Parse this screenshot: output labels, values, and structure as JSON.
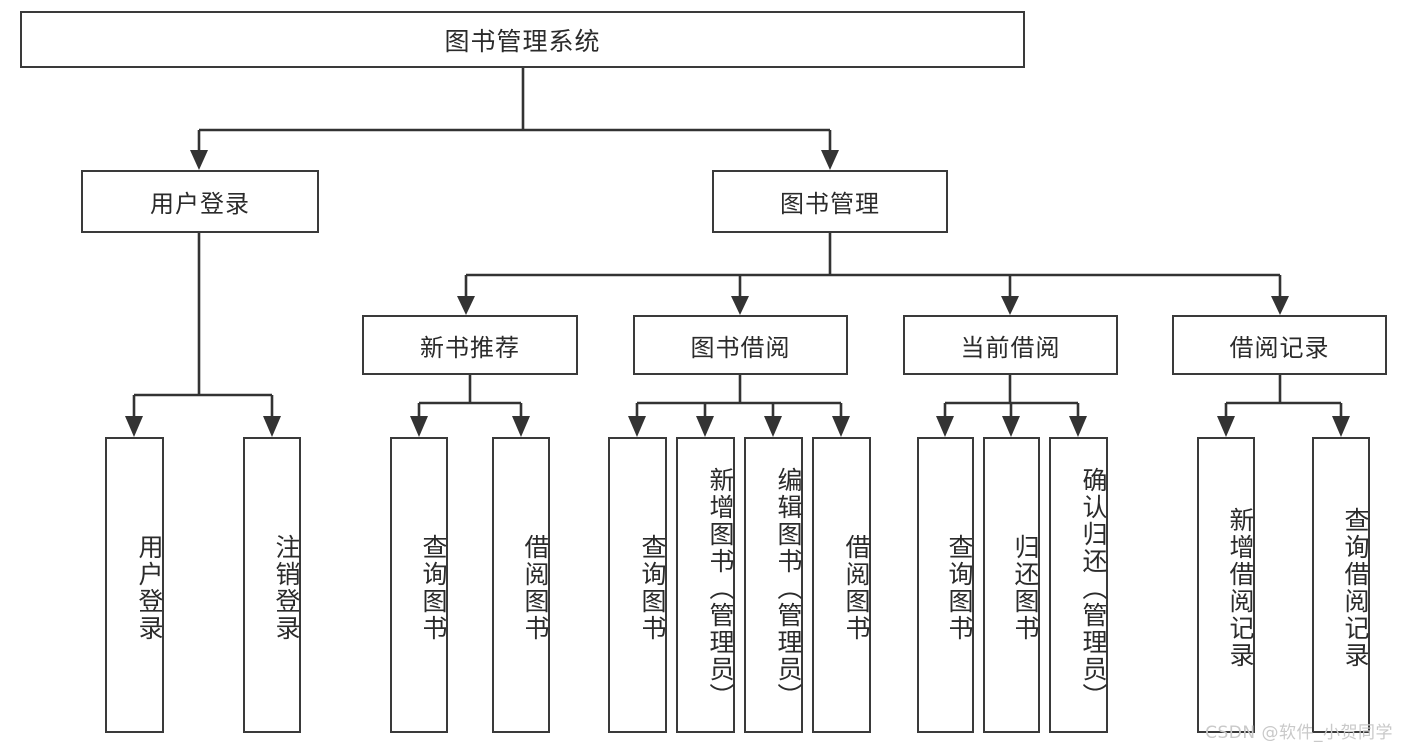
{
  "diagram": {
    "type": "tree-hierarchy",
    "title": "图书管理系统",
    "root": {
      "label": "图书管理系统"
    },
    "level2": [
      {
        "id": "user-login",
        "label": "用户登录"
      },
      {
        "id": "book-management",
        "label": "图书管理"
      }
    ],
    "level3": [
      {
        "id": "new-book-recommend",
        "label": "新书推荐",
        "parent": "book-management"
      },
      {
        "id": "book-borrow",
        "label": "图书借阅",
        "parent": "book-management"
      },
      {
        "id": "current-borrow",
        "label": "当前借阅",
        "parent": "book-management"
      },
      {
        "id": "borrow-record",
        "label": "借阅记录",
        "parent": "book-management"
      }
    ],
    "leaves": [
      {
        "id": "leaf-user-login",
        "label": "用户登录",
        "parent": "user-login"
      },
      {
        "id": "leaf-logout-login",
        "label": "注销登录",
        "parent": "user-login"
      },
      {
        "id": "leaf-query-book-1",
        "label": "查询图书",
        "parent": "new-book-recommend"
      },
      {
        "id": "leaf-borrow-book-1",
        "label": "借阅图书",
        "parent": "new-book-recommend"
      },
      {
        "id": "leaf-query-book-2",
        "label": "查询图书",
        "parent": "book-borrow"
      },
      {
        "id": "leaf-add-book",
        "label": "新增图书（管理员）",
        "parent": "book-borrow"
      },
      {
        "id": "leaf-edit-book",
        "label": "编辑图书（管理员）",
        "parent": "book-borrow"
      },
      {
        "id": "leaf-borrow-book-2",
        "label": "借阅图书",
        "parent": "book-borrow"
      },
      {
        "id": "leaf-query-book-3",
        "label": "查询图书",
        "parent": "current-borrow"
      },
      {
        "id": "leaf-return-book",
        "label": "归还图书",
        "parent": "current-borrow"
      },
      {
        "id": "leaf-confirm-return",
        "label": "确认归还（管理员）",
        "parent": "current-borrow"
      },
      {
        "id": "leaf-add-record",
        "label": "新增借阅记录",
        "parent": "borrow-record"
      },
      {
        "id": "leaf-query-record",
        "label": "查询借阅记录",
        "parent": "borrow-record"
      }
    ],
    "watermark": "CSDN @软件_小贺同学",
    "colors": {
      "stroke": "#333333",
      "box_border": "#3a3a3a",
      "box_fill": "#ffffff",
      "text": "#2b2b2b",
      "watermark": "#c9c9c9",
      "background": "#ffffff"
    }
  }
}
